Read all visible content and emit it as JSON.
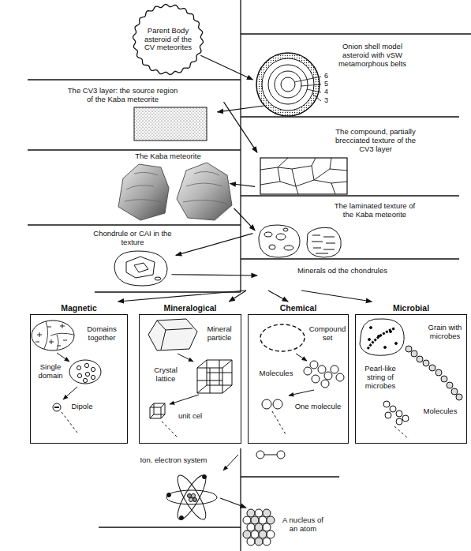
{
  "diagram": {
    "nodes": [
      {
        "text": [
          "Parent Body asteroid of the CV meteorites"
        ]
      },
      {
        "text": [
          "Onion shell model asteroid with vSW metamorphous belts"
        ]
      },
      {
        "text": [
          "The CV3 layer: the source region of the Kaba meteorite"
        ]
      },
      {
        "text": [
          "The compound, partially brecciated texture of the CV3 layer"
        ]
      },
      {
        "text": [
          "The Kaba meteorite"
        ]
      },
      {
        "text": [
          "The laminated texture of the Kaba meteorite"
        ]
      },
      {
        "text": [
          "Chondrule or CAI in the texture"
        ]
      },
      {
        "text": [
          "Minerals od the chondrules"
        ]
      },
      {
        "text": [
          "Magnetic",
          "Domains together",
          "Single domain",
          "Dipole"
        ]
      },
      {
        "text": [
          "Mineralogical",
          "Mineral particle",
          "Crystal lattice",
          "unit cel"
        ]
      },
      {
        "text": [
          "Chemical",
          "Compound set",
          "Molecules",
          "One molecule"
        ]
      },
      {
        "text": [
          "Microbial",
          "Grain with microbes",
          "Pearl-like string of microbes",
          "Molecules"
        ]
      },
      {
        "text": [
          "Ion. electron system"
        ]
      },
      {
        "text": [
          "A nucleus of an atom"
        ]
      }
    ],
    "edges": [
      {
        "from": 0,
        "to": 1,
        "arrow": "to"
      },
      {
        "from": 1,
        "to": 2,
        "arrow": "to"
      },
      {
        "from": 2,
        "to": 3,
        "arrow": "to"
      },
      {
        "from": 3,
        "to": 4,
        "arrow": "to"
      },
      {
        "from": 4,
        "to": 5,
        "arrow": "to"
      },
      {
        "from": 5,
        "to": 6,
        "arrow": "to"
      },
      {
        "from": 6,
        "to": 7,
        "arrow": "to"
      },
      {
        "from": 7,
        "to": 8,
        "arrow": "to"
      },
      {
        "from": 7,
        "to": 9,
        "arrow": "to"
      },
      {
        "from": 7,
        "to": 10,
        "arrow": "to"
      },
      {
        "from": 7,
        "to": 11,
        "arrow": "to"
      },
      {
        "from": 12,
        "to": 13,
        "arrow": "to"
      }
    ],
    "labels": [
      "6",
      "5",
      "4",
      "3"
    ]
  }
}
